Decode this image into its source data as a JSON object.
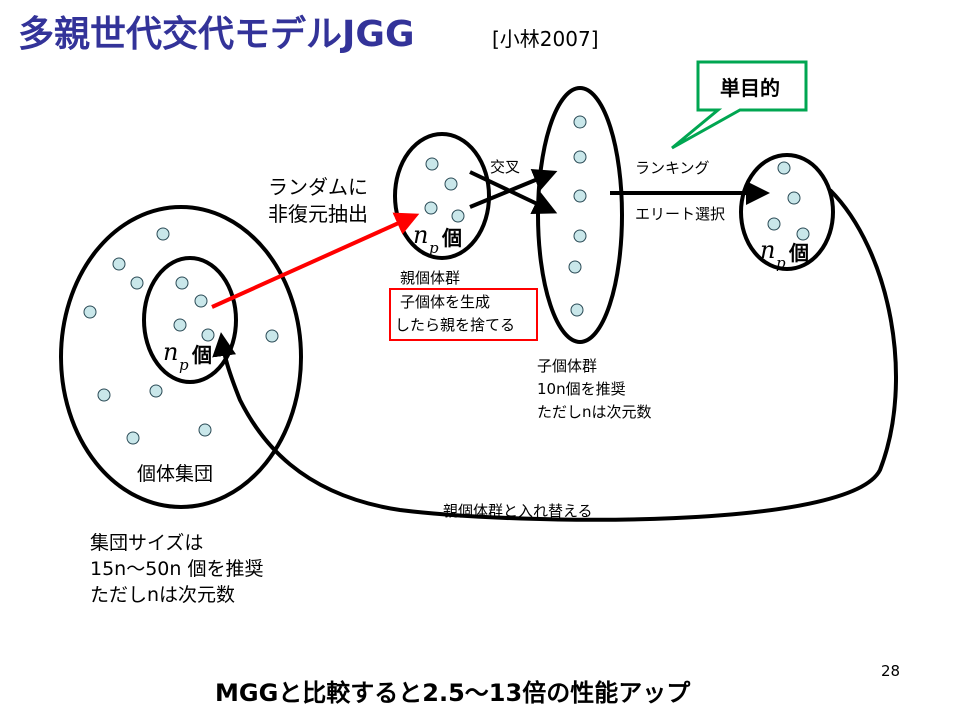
{
  "title": "多親世代交代モデルJGG",
  "citation": "[小林2007]",
  "callout": "単目的",
  "random_label": [
    "ランダムに",
    "非復元抽出"
  ],
  "np_symbol": "n",
  "np_sub": "p",
  "np_unit": "個",
  "population_label": "個体集団",
  "parent_group_label": "親個体群",
  "red_box_lines": [
    "子個体を生成",
    "したら親を捨てる"
  ],
  "crossover_label": "交叉",
  "ranking_label": "ランキング",
  "elite_label": "エリート選択",
  "child_group_lines": [
    "子個体群",
    "10n個を推奨",
    "ただしnは次元数"
  ],
  "replace_label": "親個体群と入れ替える",
  "population_size_lines": [
    "集団サイズは",
    "15n～50n 個を推奨",
    "ただしnは次元数"
  ],
  "conclusion": "MGGと比較すると2.5～13倍の性能アップ",
  "page_number": "28",
  "colors": {
    "title": "#333399",
    "red": "#ff0000",
    "green": "#00a651",
    "dot": "#c9e7ea"
  }
}
